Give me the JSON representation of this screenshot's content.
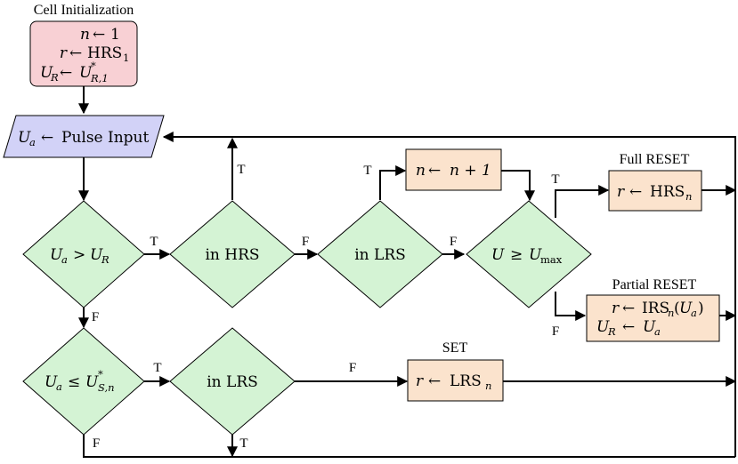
{
  "diagram": {
    "init_title": "Cell Initialization",
    "init": {
      "line1": {
        "var": "n",
        "arrow": "←",
        "val": "1"
      },
      "line2": {
        "var": "r",
        "arrow": "←",
        "val": "HRS",
        "val_sub": "1"
      },
      "line3": {
        "var": "U",
        "var_sub": "R",
        "arrow": "←",
        "val": "U",
        "val_sup": "*",
        "val_sub": "R,1"
      }
    },
    "pulse": {
      "var": "U",
      "var_sub": "a",
      "arrow": "←",
      "text": "Pulse Input"
    },
    "d1": {
      "lhs": "U",
      "lhs_sub": "a",
      "op": ">",
      "rhs": "U",
      "rhs_sub": "R"
    },
    "d2": {
      "text": "in HRS"
    },
    "d3": {
      "text": "in LRS"
    },
    "d4": {
      "lhs": "U",
      "op": "≥",
      "rhs": "U",
      "rhs_sub": "max"
    },
    "d5": {
      "lhs": "U",
      "lhs_sub": "a",
      "op": "≤",
      "rhs": "U",
      "rhs_sup": "*",
      "rhs_sub": "S,n"
    },
    "d6": {
      "text": "in LRS"
    },
    "inc": {
      "var": "n",
      "arrow": "←",
      "expr": "n + 1"
    },
    "full_reset_title": "Full RESET",
    "full_reset": {
      "var": "r",
      "arrow": "←",
      "val": "HRS",
      "val_sub": "n"
    },
    "partial_reset_title": "Partial RESET",
    "partial_reset": {
      "line1": {
        "var": "r",
        "arrow": "←",
        "val": "IRS",
        "val_sub": "n",
        "arg": "U",
        "arg_sub": "a"
      },
      "line2": {
        "var": "U",
        "var_sub": "R",
        "arrow": "←",
        "val": "U",
        "val_sub": "a"
      }
    },
    "set_title": "SET",
    "set": {
      "var": "r",
      "arrow": "←",
      "val": "LRS",
      "val_sub": "n"
    },
    "labels": {
      "t": "T",
      "f": "F"
    }
  },
  "colors": {
    "init_fill": "#f8d0d4",
    "pulse_fill": "#d2d2f7",
    "decision_fill": "#d4f3d4",
    "process_fill": "#fbe3cd",
    "stroke": "#000000"
  }
}
